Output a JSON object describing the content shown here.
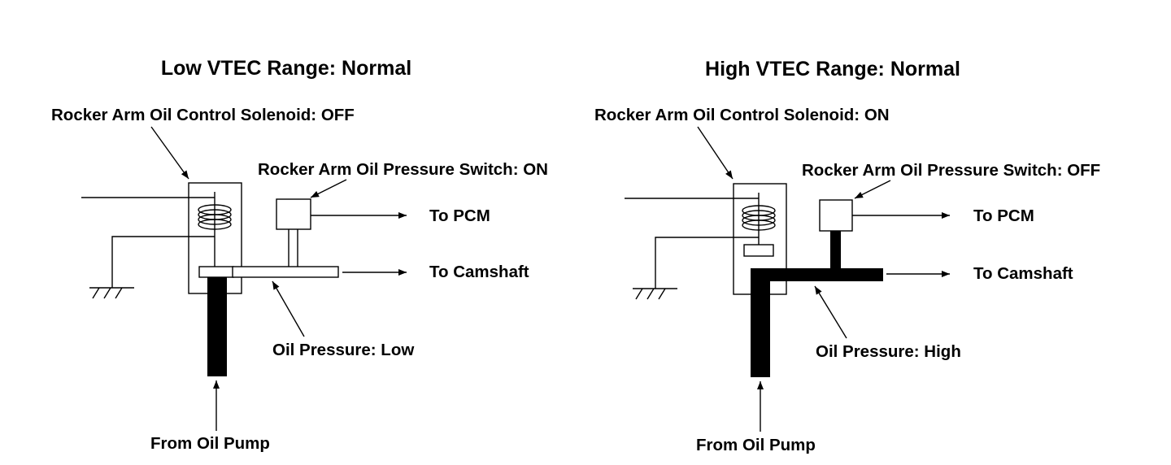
{
  "colors": {
    "ink": "#000000",
    "background": "#ffffff"
  },
  "panels": [
    {
      "state": "low",
      "title": "Low VTEC Range: Normal",
      "solenoid_label": "Rocker Arm Oil Control Solenoid: OFF",
      "switch_label": "Rocker Arm Oil Pressure Switch: ON",
      "pcm_label": "To PCM",
      "camshaft_label": "To Camshaft",
      "pressure_label": "Oil Pressure: Low",
      "pump_label": "From Oil Pump"
    },
    {
      "state": "high",
      "title": "High VTEC Range: Normal",
      "solenoid_label": "Rocker Arm Oil Control Solenoid: ON",
      "switch_label": "Rocker Arm Oil Pressure Switch: OFF",
      "pcm_label": "To PCM",
      "camshaft_label": "To Camshaft",
      "pressure_label": "Oil Pressure: High",
      "pump_label": "From Oil Pump"
    }
  ]
}
